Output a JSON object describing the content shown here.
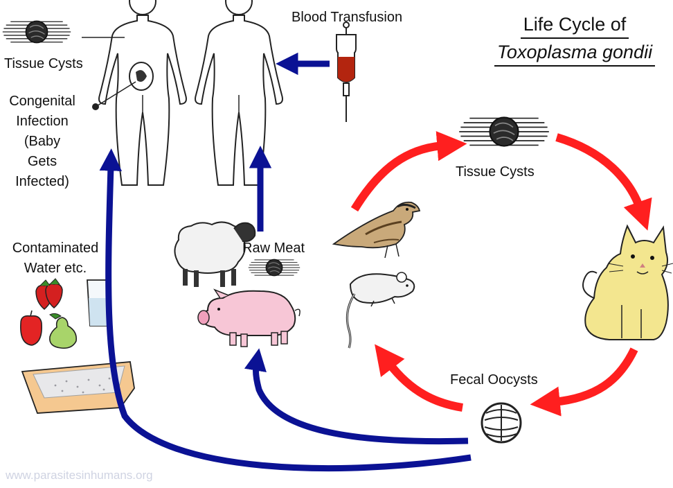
{
  "title": {
    "line1": "Life Cycle of",
    "line2": "Toxoplasma gondii"
  },
  "labels": {
    "tissue_cysts_human": "Tissue Cysts",
    "congenital": [
      "Congenital",
      "Infection",
      "(Baby",
      "Gets",
      "Infected)"
    ],
    "blood_transfusion": "Blood Transfusion",
    "tissue_cysts_cycle": "Tissue Cysts",
    "contaminated": [
      "Contaminated",
      "Water etc."
    ],
    "raw_meat": "Raw Meat",
    "fecal_oocysts": "Fecal Oocysts"
  },
  "watermark": "www.parasitesinhumans.org",
  "colors": {
    "cycle_arrow": "#ff1f1f",
    "transmission_arrow": "#0b1294",
    "blood": "#b3250f",
    "pig": "#f7c6d6",
    "cat": "#f3e68f",
    "tray": "#f5c890",
    "sheep": "#f2f2f2"
  },
  "icons": [
    "tissue-cyst-icon",
    "human-figure-icon",
    "blood-bag-icon",
    "bird-icon",
    "mouse-icon",
    "cat-icon",
    "oocyst-icon",
    "sheep-icon",
    "pig-icon",
    "strawberry-icon",
    "apple-icon",
    "pear-icon",
    "water-glass-icon",
    "litter-box-icon"
  ]
}
